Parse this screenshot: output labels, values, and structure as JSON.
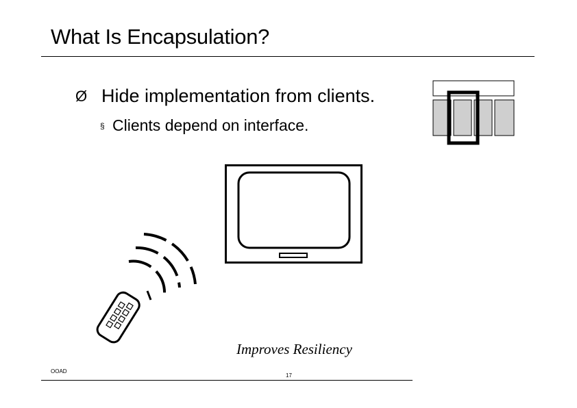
{
  "slide": {
    "title": "What Is Encapsulation?",
    "bullet": {
      "marker": "Ø",
      "text": "Hide implementation from clients."
    },
    "subbullet": {
      "marker": "§",
      "text": "Clients depend on interface."
    },
    "caption": "Improves Resiliency"
  },
  "footer": {
    "left_label": "OOAD",
    "page_number": "17"
  },
  "icons": {
    "corner": "encapsulation-component-icon",
    "tv": "television-icon",
    "remote": "remote-control-icon",
    "signal": "signal-waves-icon"
  }
}
